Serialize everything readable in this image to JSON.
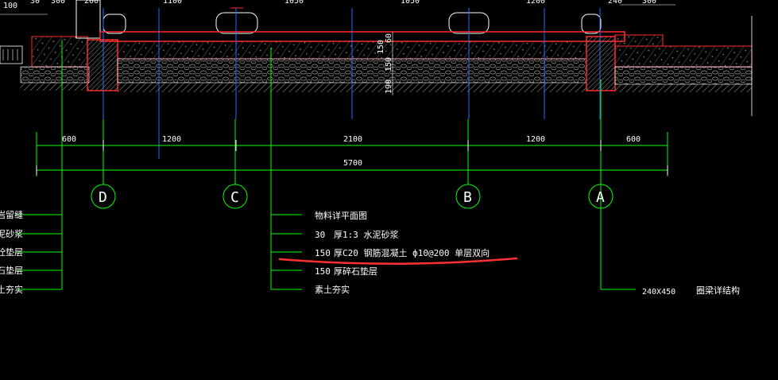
{
  "colors": {
    "background": "#000000",
    "slab_outline": "#ff2a2a",
    "leader_line": "#00ff00",
    "axis_line": "#2f6bff",
    "hatch": "#9a9a9a",
    "text": "#ffffff",
    "markup_underline": "#ff3030"
  },
  "top_partial_text": {
    "left_corner": "100",
    "dim_a": "30",
    "dim_b": "300",
    "dim_c": "200",
    "dim_d": "1100",
    "dim_e": "1050",
    "dim_f": "1050",
    "dim_g": "1200",
    "dim_h": "240",
    "dim_i": "300"
  },
  "section_dims": {
    "top_layer": "60",
    "middle_layer": "150",
    "gravel_layer": "150",
    "bottom_layer": "190"
  },
  "dimension_row1": {
    "seg1": "600",
    "seg2": "1200",
    "seg3": "2100",
    "seg4": "1200",
    "seg5": "600"
  },
  "dimension_row2": {
    "total": "5700"
  },
  "axes": [
    {
      "id": "D"
    },
    {
      "id": "C"
    },
    {
      "id": "B"
    },
    {
      "id": "A"
    }
  ],
  "left_callout": {
    "line1": "岩留缝",
    "line2": "泥砂浆",
    "line3": "砼垫层",
    "line4": "石垫层",
    "line5": "土夯实"
  },
  "main_callout": {
    "line1": "物料详平面图",
    "line2_thk": "30",
    "line2": "厚1:3  水泥砂浆",
    "line3_thk": "150",
    "line3": "厚C20  钢筋混凝土 ф10@200   单层双向",
    "line4_thk": "150",
    "line4": "厚碎石垫层",
    "line5": "素土夯实"
  },
  "beam_callout": {
    "size": "240X450",
    "note": "圈梁详结构"
  }
}
